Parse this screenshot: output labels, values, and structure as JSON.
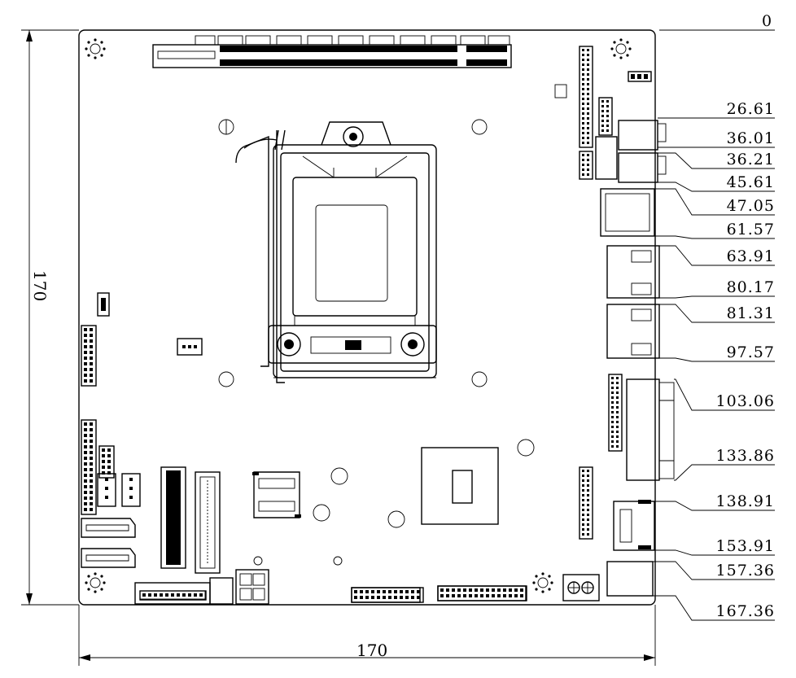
{
  "diagram": {
    "width_label": "170",
    "height_label": "170",
    "top_label": "0",
    "right_labels": [
      "26.61",
      "36.01",
      "36.21",
      "45.61",
      "47.05",
      "61.57",
      "63.91",
      "80.17",
      "81.31",
      "97.57",
      "103.06",
      "133.86",
      "138.91",
      "153.91",
      "157.36",
      "167.36"
    ]
  }
}
